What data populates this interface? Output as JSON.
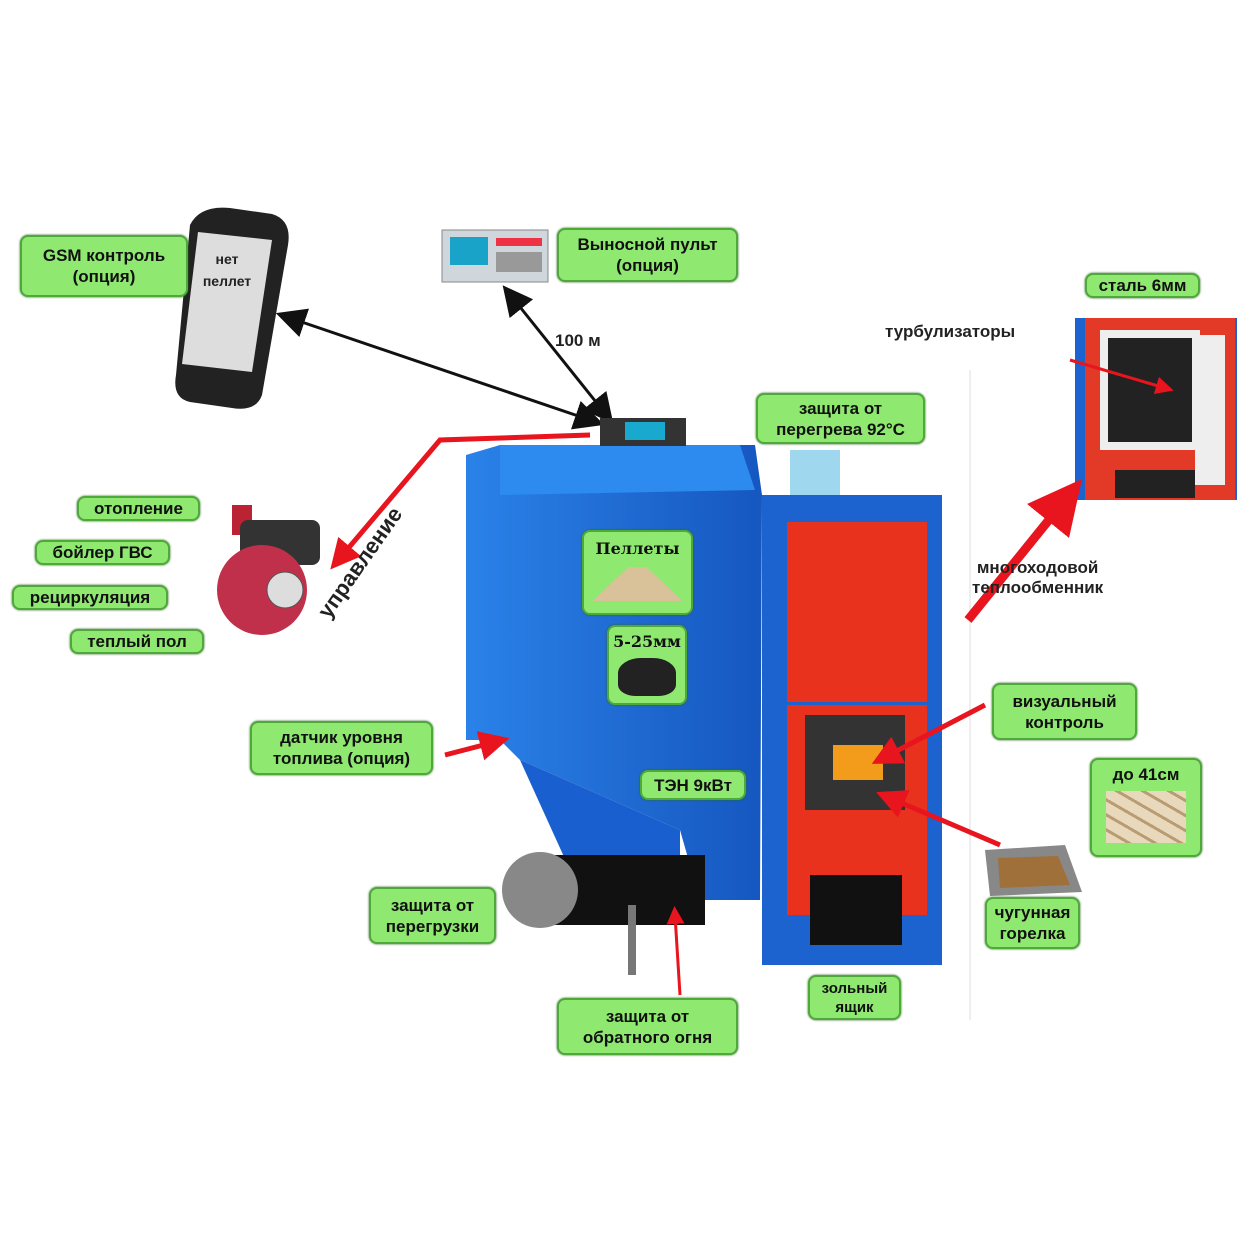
{
  "labels": {
    "gsm": [
      "GSM контроль",
      "(опция)"
    ],
    "remote_panel": [
      "Выносной пульт",
      "(опция)"
    ],
    "steel": "сталь 6мм",
    "overheat": [
      "защита от",
      "перегрева 92°C"
    ],
    "heating": "отопление",
    "boiler_dhw": "бойлер ГВС",
    "recirculation": "рециркуляция",
    "floor_heating": "теплый пол",
    "fuel_sensor": [
      "датчик уровня",
      "топлива (опция)"
    ],
    "visual_control": [
      "визуальный",
      "контроль"
    ],
    "wood": "до 41см",
    "heater": "ТЭН 9кВт",
    "pellets": "Пеллеты",
    "coal_size": "5-25мм",
    "overload": [
      "защита от",
      "перегрузки"
    ],
    "burner": [
      "чугунная",
      "горелка"
    ],
    "ash_box": [
      "зольный",
      "ящик"
    ],
    "backfire": [
      "защита от",
      "обратного огня"
    ]
  },
  "text": {
    "distance": "100 м",
    "turbulators": "турбулизаторы",
    "control": "управление",
    "heat_exchanger": [
      "многоходовой",
      "теплообменник"
    ],
    "phone_screen": [
      "нет",
      "пеллет"
    ]
  },
  "colors": {
    "label_bg": "#8fe870",
    "boiler_blue": "#1f6fd6",
    "boiler_red": "#e8321e",
    "arrow_red": "#e8141e"
  }
}
